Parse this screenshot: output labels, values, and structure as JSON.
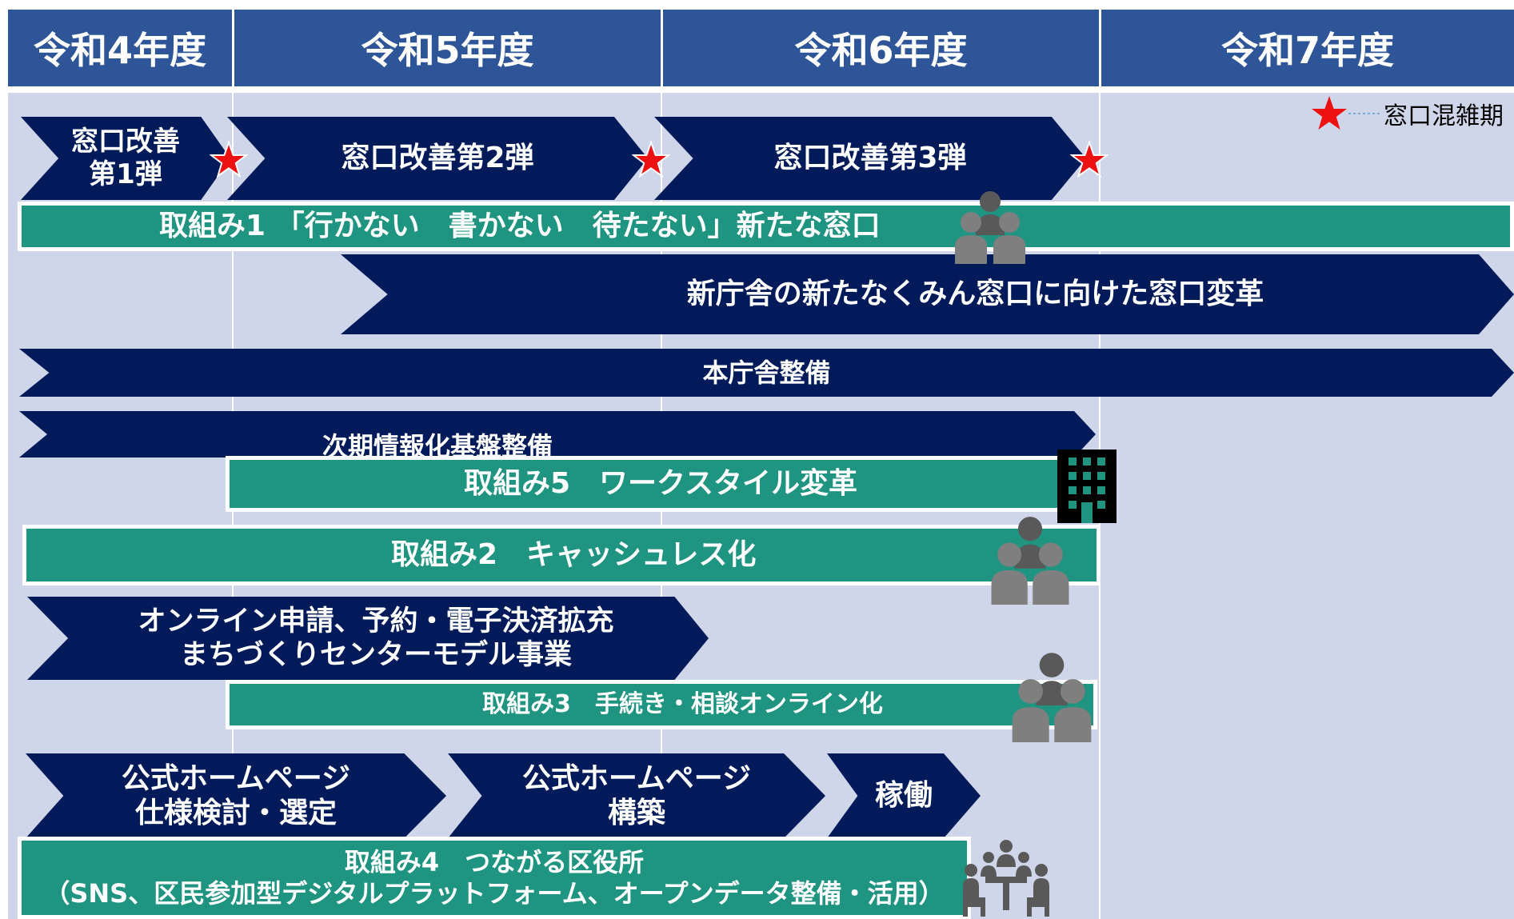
{
  "header": {
    "years": [
      "令和4年度",
      "令和5年度",
      "令和6年度",
      "令和7年度"
    ]
  },
  "legend": {
    "label": "窓口混雑期",
    "icon": "star-icon",
    "color": "#ee1111"
  },
  "phases": {
    "p1_line1": "窓口改善",
    "p1_line2": "第1弾",
    "p2": "窓口改善第2弾",
    "p3": "窓口改善第3弾"
  },
  "initiatives": {
    "torikumi1": "取組み1 「行かない　書かない　待たない」新たな窓口",
    "new_building_window": "新庁舎の新たなくみん窓口に向けた窓口変革",
    "main_building": "本庁舎整備",
    "next_info_base": "次期情報化基盤整備",
    "torikumi5": "取組み5　ワークスタイル変革",
    "torikumi2": "取組み2　キャッシュレス化",
    "online_line1": "オンライン申請、予約・電子決済拡充",
    "online_line2": "まちづくりセンターモデル事業",
    "torikumi3": "取組み3　手続き・相談オンライン化",
    "hp1_line1": "公式ホームページ",
    "hp1_line2": "仕様検討・選定",
    "hp2_line1": "公式ホームページ",
    "hp2_line2": "構築",
    "operation": "稼働",
    "torikumi4_line1": "取組み4　つながる区役所",
    "torikumi4_line2": "（SNS、区民参加型デジタルプラットフォーム、オープンデータ整備・活用）"
  },
  "colors": {
    "header": "#2e5597",
    "arrow": "#001a5a",
    "bar": "#1f9480",
    "background": "#d0d6ea",
    "icon": "#7f7f7f"
  },
  "icons": [
    "people-group-icon",
    "office-building-icon",
    "meeting-table-icon",
    "star-icon"
  ]
}
